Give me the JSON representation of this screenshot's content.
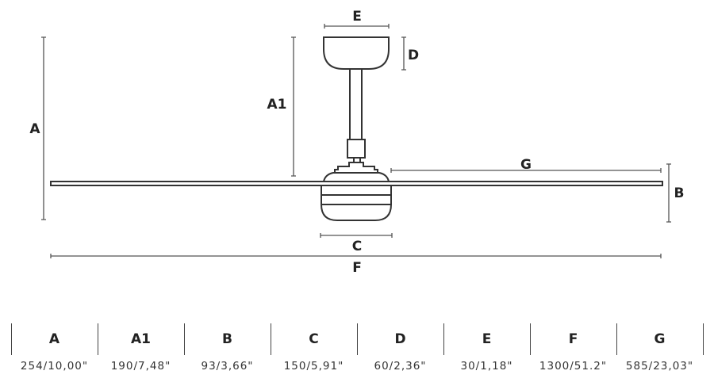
{
  "diagram": {
    "labels": {
      "A": "A",
      "A1": "A1",
      "B": "B",
      "C": "C",
      "D": "D",
      "E": "E",
      "F": "F",
      "G": "G"
    },
    "line_color": "#333333"
  },
  "table": {
    "columns": [
      {
        "header": "A",
        "value": "254/10,00\""
      },
      {
        "header": "A1",
        "value": "190/7,48\""
      },
      {
        "header": "B",
        "value": "93/3,66\""
      },
      {
        "header": "C",
        "value": "150/5,91\""
      },
      {
        "header": "D",
        "value": "60/2,36\""
      },
      {
        "header": "E",
        "value": "30/1,18\""
      },
      {
        "header": "F",
        "value": "1300/51.2\""
      },
      {
        "header": "G",
        "value": "585/23,03\""
      }
    ]
  }
}
